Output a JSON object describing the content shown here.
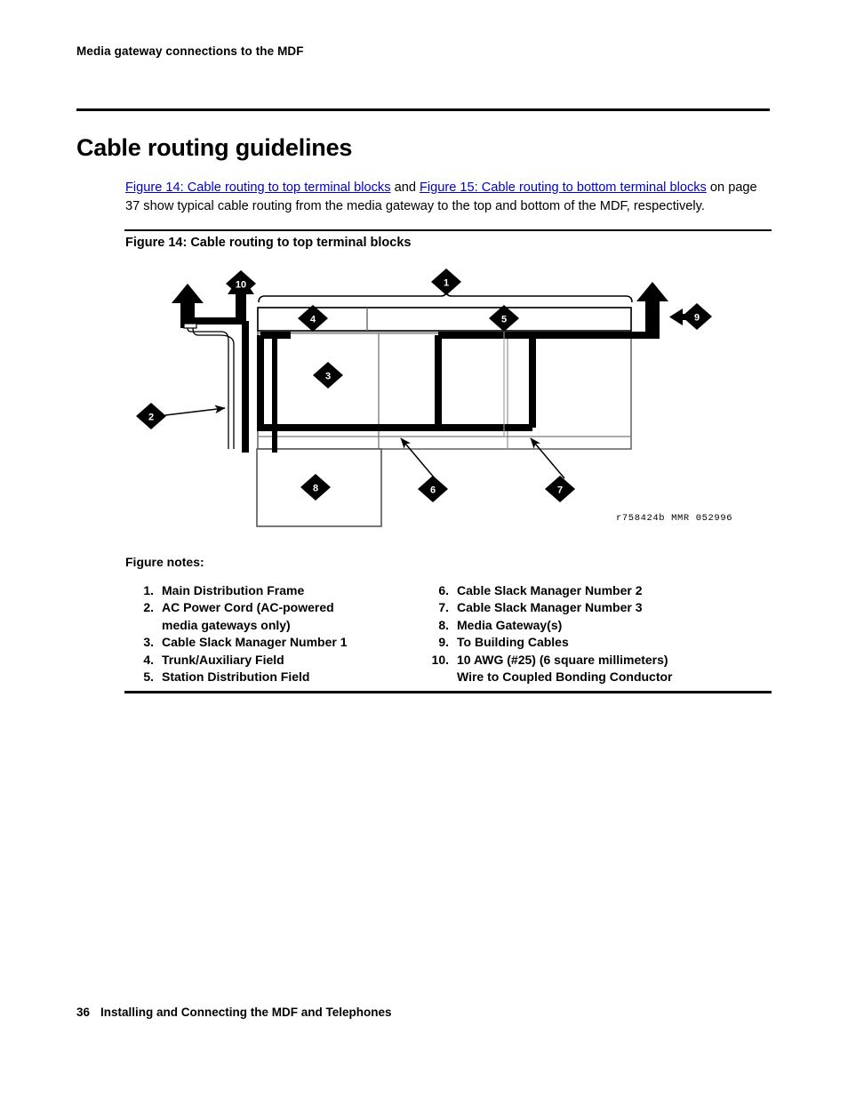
{
  "header": {
    "running_title": "Media gateway connections to the MDF"
  },
  "title": "Cable routing guidelines",
  "body": {
    "link1": "Figure 14:  Cable routing to top terminal blocks",
    "mid": " and ",
    "link2": "Figure 15:  Cable routing to bottom terminal blocks",
    "tail": " on page 37 show typical cable routing from the media gateway to the top and bottom of the MDF, respectively."
  },
  "figure": {
    "caption": "Figure 14: Cable routing to top terminal blocks",
    "drawing_id": "r758424b MMR 052996",
    "callouts": [
      {
        "id": "1",
        "label": "Main Distribution Frame"
      },
      {
        "id": "2",
        "label": "AC Power Cord"
      },
      {
        "id": "3",
        "label": "Cable Slack Manager Number 1"
      },
      {
        "id": "4",
        "label": "Trunk/Auxiliary Field"
      },
      {
        "id": "5",
        "label": "Station Distribution Field"
      },
      {
        "id": "6",
        "label": "Cable Slack Manager Number 2"
      },
      {
        "id": "7",
        "label": "Cable Slack Manager Number 3"
      },
      {
        "id": "8",
        "label": "Media Gateway(s)"
      },
      {
        "id": "9",
        "label": "To Building Cables"
      },
      {
        "id": "10",
        "label": "10 AWG Wire to Coupled Bonding Conductor"
      }
    ]
  },
  "notes": {
    "heading": "Figure notes:",
    "left": [
      {
        "num": "1.",
        "text": "Main Distribution Frame"
      },
      {
        "num": "2.",
        "text": "AC Power Cord (AC-powered",
        "cont": "media gateways only)"
      },
      {
        "num": "3.",
        "text": "Cable Slack Manager Number 1"
      },
      {
        "num": "4.",
        "text": "Trunk/Auxiliary Field"
      },
      {
        "num": "5.",
        "text": "Station Distribution Field"
      }
    ],
    "right": [
      {
        "num": "6.",
        "text": "Cable Slack Manager Number 2"
      },
      {
        "num": "7.",
        "text": "Cable Slack Manager Number 3"
      },
      {
        "num": "8.",
        "text": "Media Gateway(s)"
      },
      {
        "num": "9.",
        "text": "To Building Cables"
      },
      {
        "num": "10.",
        "text": "10 AWG (#25) (6 square millimeters)",
        "cont": "Wire to Coupled Bonding Conductor"
      }
    ]
  },
  "footer": {
    "page_number": "36",
    "book_title": "Installing and Connecting the MDF and Telephones"
  },
  "colors": {
    "link": "#0000CC",
    "ink": "#000000",
    "panel_line": "#9a9a9a"
  }
}
